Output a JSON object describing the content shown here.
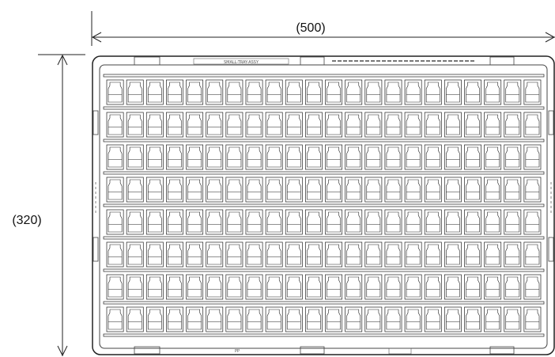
{
  "dimensions": {
    "width_label": "(500)",
    "height_label": "(320)"
  },
  "tray": {
    "rows": 8,
    "columns": 22,
    "top_marking": "SMALL-TRAY-ASSY",
    "bottom_marking": "PP"
  },
  "colors": {
    "line": "#222222",
    "background": "#ffffff"
  }
}
